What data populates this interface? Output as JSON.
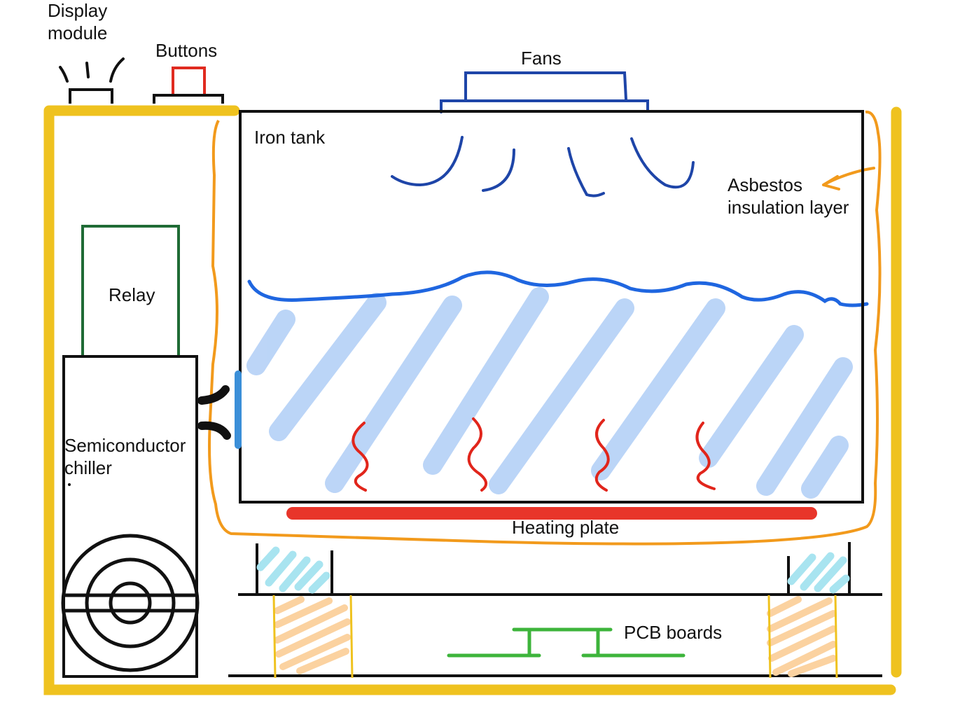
{
  "labels": {
    "display_module_line1": "Display",
    "display_module_line2": "module",
    "buttons": "Buttons",
    "fans": "Fans",
    "iron_tank": "Iron tank",
    "asbestos_line1": "Asbestos",
    "asbestos_line2": "insulation layer",
    "relay": "Relay",
    "semiconductor_line1": "Semiconductor",
    "semiconductor_line2": "chiller",
    "heating_plate": "Heating plate",
    "pcb_boards": "PCB boards"
  },
  "colors": {
    "enclosure": "#efc21f",
    "insulation": "#f29a1c",
    "outline": "#111111",
    "fan": "#1e45a8",
    "water_surface": "#1f66e0",
    "water_fill": "#b8d3f7",
    "heat_wave": "#e1251b",
    "heating_plate": "#e8352a",
    "relay": "#1f6b35",
    "button": "#e02b20",
    "cold_plate": "#3b8fd8",
    "cyan_block": "#a8e4f0",
    "orange_block": "#fbd2a0",
    "pcb": "#3db43b"
  },
  "icons": {
    "display_signal": "signal-lines-icon",
    "fan_airflow": "airflow-icon",
    "heat": "heat-wave-icon",
    "chiller_fan": "fan-icon"
  }
}
